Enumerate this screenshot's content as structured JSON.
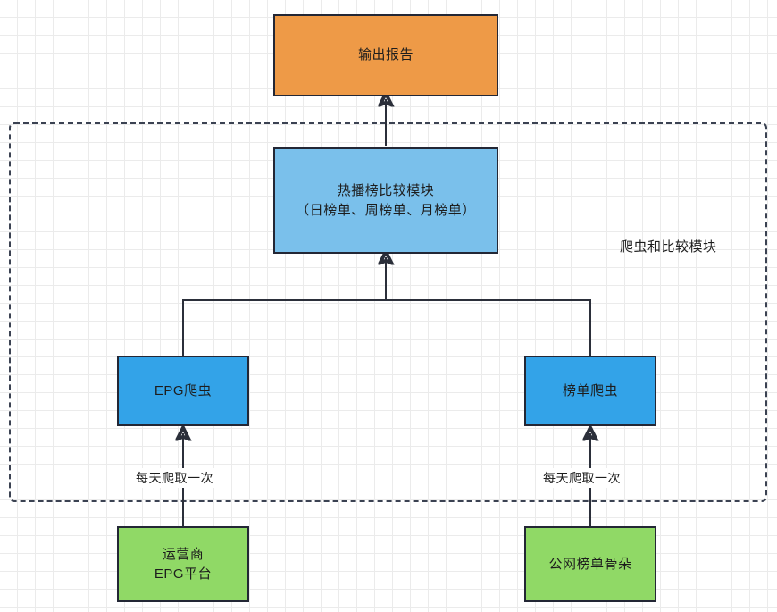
{
  "diagram": {
    "title_label": "爬虫和比较模块",
    "nodes": [
      {
        "id": "output-report",
        "label": "输出报告",
        "color": "#ee9a47"
      },
      {
        "id": "compare-module",
        "label": "热播榜比较模块\n（日榜单、周榜单、月榜单）",
        "color": "#7ac0eb"
      },
      {
        "id": "epg-crawler",
        "label": "EPG爬虫",
        "color": "#33a3e8"
      },
      {
        "id": "ranking-crawler",
        "label": "榜单爬虫",
        "color": "#33a3e8"
      },
      {
        "id": "operator-platform",
        "label": "运营商\nEPG平台",
        "color": "#90d966"
      },
      {
        "id": "public-ranking",
        "label": "公网榜单骨朵",
        "color": "#90d966"
      }
    ],
    "edge_labels": [
      {
        "id": "epg-crawl-frequency",
        "label": "每天爬取一次"
      },
      {
        "id": "ranking-crawl-frequency",
        "label": "每天爬取一次"
      }
    ],
    "colors": {
      "grid": "#ebebeb",
      "border": "#232735",
      "dashed_group": "#3b4252",
      "edge": "#2b2f3a",
      "background": "#ffffff"
    }
  }
}
